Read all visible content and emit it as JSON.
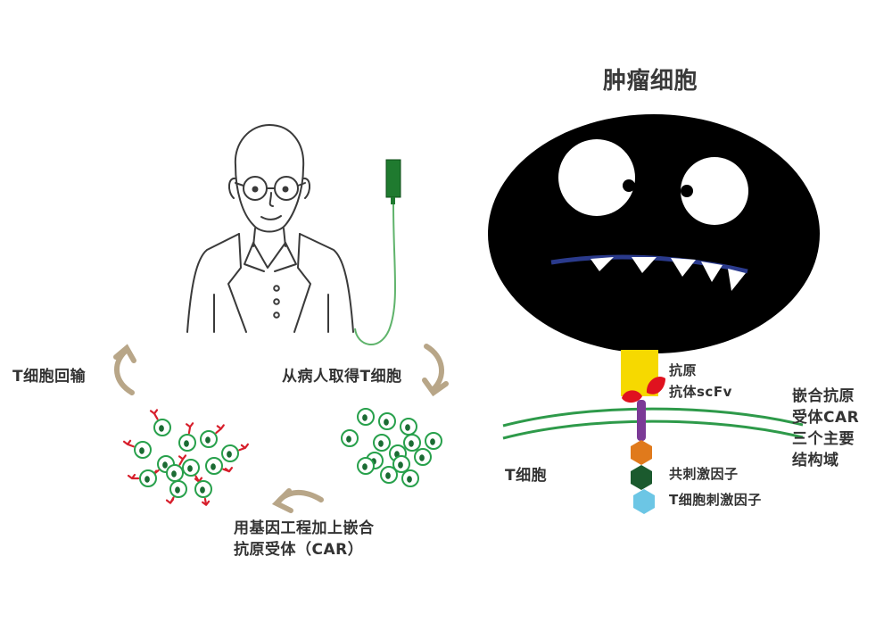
{
  "title": "肿瘤细胞",
  "cycle": {
    "step_take": "从病人取得T细胞",
    "step_engineer_line1": "用基因工程加上嵌合",
    "step_engineer_line2": "抗原受体（CAR）",
    "step_infuse": "T细胞回输"
  },
  "car": {
    "antigen": "抗原",
    "scfv": "抗体scFv",
    "costim": "共刺激因子",
    "stim": "T细胞刺激因子",
    "t_cell": "T细胞",
    "domains_line1": "嵌合抗原",
    "domains_line2": "受体CAR",
    "domains_line3": "三个主要",
    "domains_line4": "结构域"
  },
  "colors": {
    "arrow": "#b8a688",
    "membrane": "#2e9a4a",
    "cell_outline": "#27a04b",
    "cell_nucleus": "#1b6b33",
    "car_marker": "#d71f2c",
    "tumor": "#000000",
    "tumor_mouth": "#2a3a8c",
    "antigen": "#f6d900",
    "scfv": "#e0121f",
    "hinge": "#7b3a96",
    "costim": "#e07a1c",
    "stim_dark": "#1b5a2e",
    "stim_light": "#6cc6e5",
    "tube": "#5fb36b",
    "syringe": "#1f7a2f"
  }
}
